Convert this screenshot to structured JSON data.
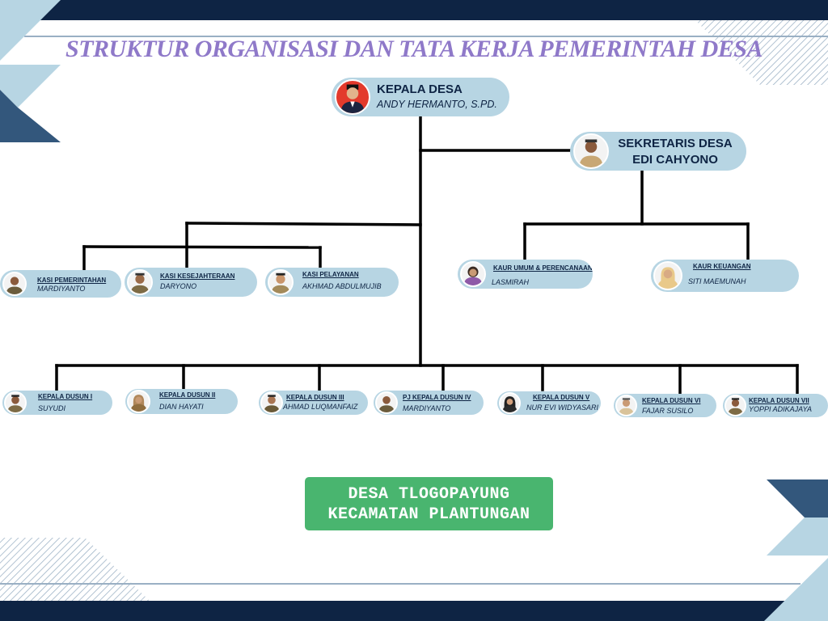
{
  "title": "STRUKTUR ORGANISASI DAN TATA KERJA PEMERINTAH DESA",
  "head": {
    "role": "KEPALA DESA",
    "name": "ANDY HERMANTO, S.PD.",
    "avatar_icon": "person-photo-icon"
  },
  "secretary": {
    "role": "SEKRETARIS DESA",
    "name": "EDI CAHYONO",
    "avatar_icon": "person-photo-icon"
  },
  "kasi": [
    {
      "role": "KASI PEMERINTAHAN",
      "name": "MARDIYANTO"
    },
    {
      "role": "KASI KESEJAHTERAAN",
      "name": "DARYONO"
    },
    {
      "role": "KASI PELAYANAN",
      "name": "AKHMAD ABDULMUJIB"
    }
  ],
  "kaur": [
    {
      "role": "KAUR UMUM & PERENCANAAN",
      "name": "LASMIRAH"
    },
    {
      "role": "KAUR  KEUANGAN",
      "name": "SITI MAEMUNAH"
    }
  ],
  "dusun": [
    {
      "role": "KEPALA DUSUN I",
      "name": "SUYUDI"
    },
    {
      "role": "KEPALA DUSUN II",
      "name": "DIAN HAYATI"
    },
    {
      "role": "KEPALA DUSUN III",
      "name": "AHMAD LUQMANFAIZ"
    },
    {
      "role": "PJ KEPALA DUSUN IV",
      "name": "MARDIYANTO"
    },
    {
      "role": "KEPALA DUSUN V",
      "name": "NUR EVI WIDYASARI"
    },
    {
      "role": "KEPALA DUSUN VI",
      "name": "FAJAR SUSILO"
    },
    {
      "role": "KEPALA DUSUN VII",
      "name": "YOPPI ADIKAJAYA"
    }
  ],
  "village": {
    "line1": "DESA TLOGOPAYUNG",
    "line2": "KECAMATAN PLANTUNGAN"
  },
  "colors": {
    "navy": "#0e2444",
    "card": "#b7d5e3",
    "title": "#8f79c9",
    "green": "#49b56f",
    "line": "#000000"
  }
}
